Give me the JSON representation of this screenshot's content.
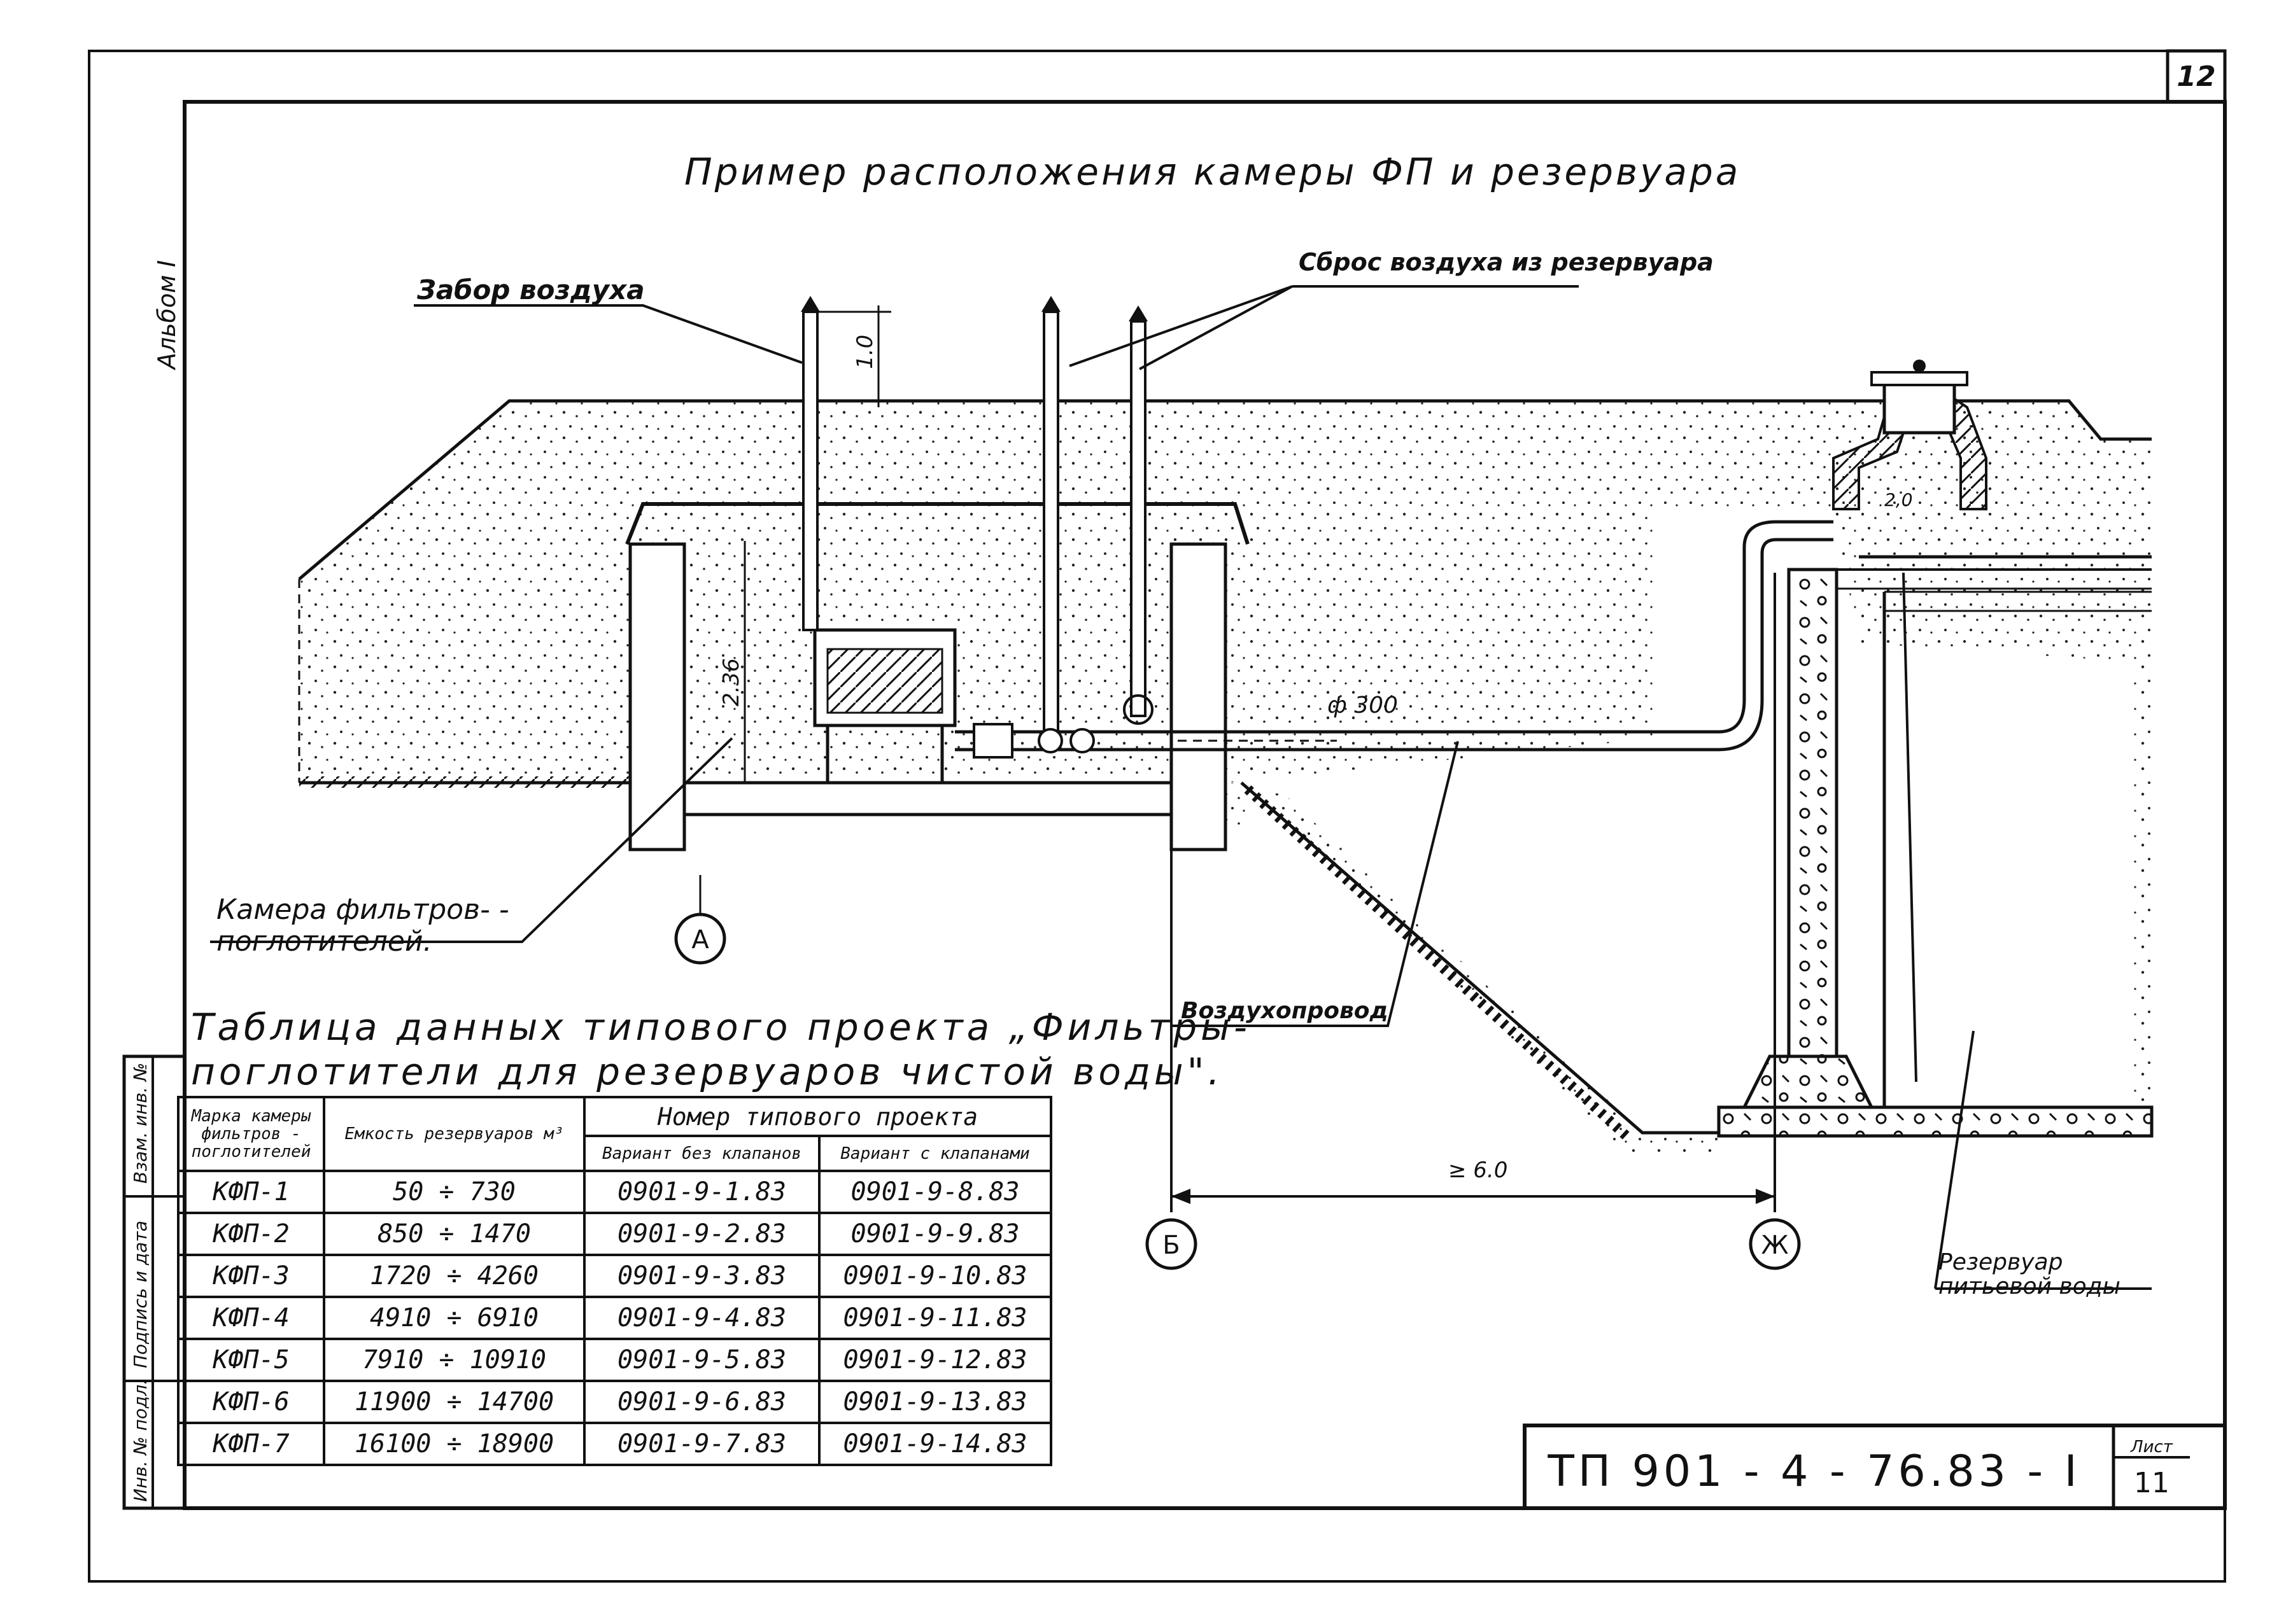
{
  "sheet": {
    "page_number": "12",
    "album_label": "Альбом I",
    "title": "Пример расположения камеры ФП и резервуара",
    "stamp_code": "ТП 901 - 4 - 76.83 - I",
    "sheet_label": "Лист",
    "sheet_no": "11",
    "side_stamp": [
      "Инв. № подл.",
      "Подпись и дата",
      "Взам. инв. №"
    ]
  },
  "labels": {
    "air_intake": "Забор воздуха",
    "air_release": "Сброс воздуха из резервуара",
    "height_1": "1.0",
    "height_2": "2.36",
    "height_3": "2,0",
    "pipe_diameter": "ф 300",
    "filter_chamber": "Камера фильтров- - поглотителей.",
    "air_duct": "Воздухопровод",
    "distance": "≥ 6.0",
    "axis_a": "А",
    "axis_b": "Б",
    "axis_zh": "Ж",
    "reservoir": "Резервуар питьевой воды"
  },
  "table": {
    "title_line1": "Таблица данных типового проекта „Фильтры-",
    "title_line2": "поглотители для резервуаров чистой воды\".",
    "headers": {
      "mark": "Марка камеры фильтров - поглотителей",
      "capacity": "Емкость резервуаров м³",
      "project": "Номер типового проекта",
      "without_valves": "Вариант без клапанов",
      "with_valves": "Вариант с клапанами"
    },
    "rows": [
      {
        "mark": "КФП-1",
        "capacity": "50 ÷ 730",
        "without": "0901-9-1.83",
        "with": "0901-9-8.83"
      },
      {
        "mark": "КФП-2",
        "capacity": "850 ÷ 1470",
        "without": "0901-9-2.83",
        "with": "0901-9-9.83"
      },
      {
        "mark": "КФП-3",
        "capacity": "1720 ÷ 4260",
        "without": "0901-9-3.83",
        "with": "0901-9-10.83"
      },
      {
        "mark": "КФП-4",
        "capacity": "4910 ÷ 6910",
        "without": "0901-9-4.83",
        "with": "0901-9-11.83"
      },
      {
        "mark": "КФП-5",
        "capacity": "7910 ÷ 10910",
        "without": "0901-9-5.83",
        "with": "0901-9-12.83"
      },
      {
        "mark": "КФП-6",
        "capacity": "11900 ÷ 14700",
        "without": "0901-9-6.83",
        "with": "0901-9-13.83"
      },
      {
        "mark": "КФП-7",
        "capacity": "16100 ÷ 18900",
        "without": "0901-9-7.83",
        "with": "0901-9-14.83"
      }
    ]
  }
}
